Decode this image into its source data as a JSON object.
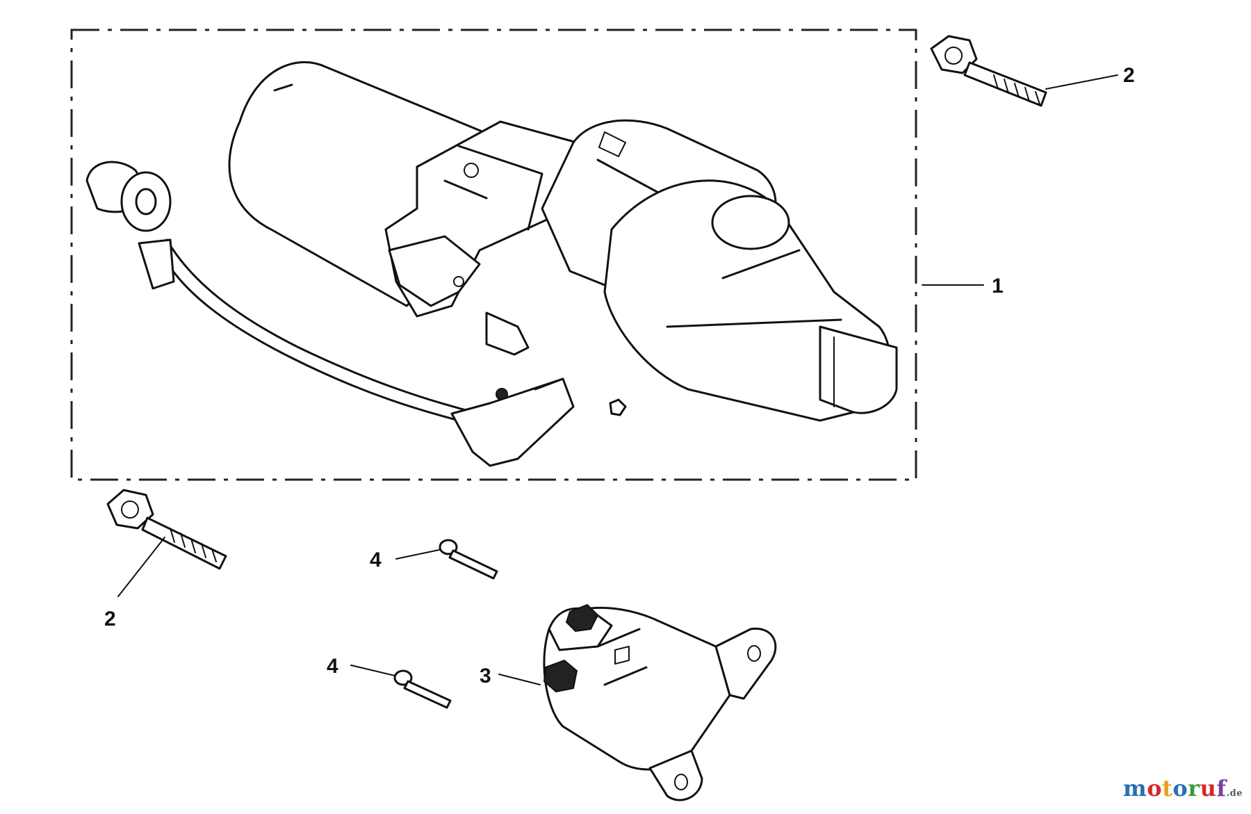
{
  "callouts": {
    "starter_motor": "1",
    "bolt_top": "2",
    "bolt_bottom": "2",
    "solenoid": "3",
    "screw_upper": "4",
    "screw_lower": "4"
  },
  "watermark": {
    "text_parts": [
      "m",
      "o",
      "t",
      "o",
      "r",
      "u",
      "f"
    ],
    "colors": [
      "#2a6fb5",
      "#d12a2a",
      "#e7a21b",
      "#2a6fb5",
      "#3a9a3a",
      "#d12a2a",
      "#7a3fa0"
    ],
    "suffix": ".de"
  }
}
